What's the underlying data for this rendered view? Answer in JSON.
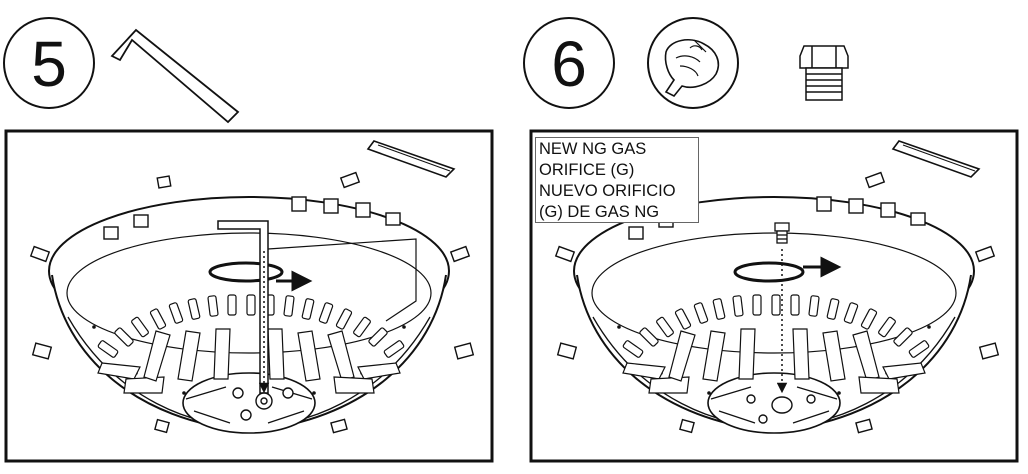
{
  "steps": [
    {
      "number": "5",
      "tool_icon": "hex-key-icon"
    },
    {
      "number": "6",
      "tool_icon": "hand-tighten-icon",
      "part_icon": "gas-orifice-icon"
    }
  ],
  "callout": {
    "lines": [
      "NEW NG GAS",
      "ORIFICE (G)",
      "NUEVO ORIFICIO",
      "(G) DE GAS NG"
    ]
  },
  "colors": {
    "ink": "#111111",
    "background": "#ffffff"
  }
}
